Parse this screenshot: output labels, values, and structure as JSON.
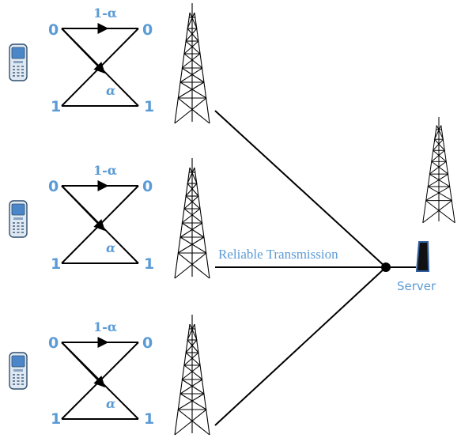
{
  "channels": [
    {
      "input_top": "0",
      "input_bottom": "1",
      "output_top": "0",
      "output_bottom": "1",
      "straight_prob": "1-α",
      "cross_prob": "α"
    },
    {
      "input_top": "0",
      "input_bottom": "1",
      "output_top": "0",
      "output_bottom": "1",
      "straight_prob": "1-α",
      "cross_prob": "α"
    },
    {
      "input_top": "0",
      "input_bottom": "1",
      "output_top": "0",
      "output_bottom": "1",
      "straight_prob": "1-α",
      "cross_prob": "α"
    }
  ],
  "link_label": "Reliable Transmission",
  "server_label": "Server",
  "colors": {
    "label_blue": "#5b9bd5",
    "line": "#000000",
    "phone_blue": "#4a86c8"
  },
  "icons": [
    "mobile-phone-icon",
    "cell-tower-icon",
    "server-icon",
    "junction-node"
  ]
}
